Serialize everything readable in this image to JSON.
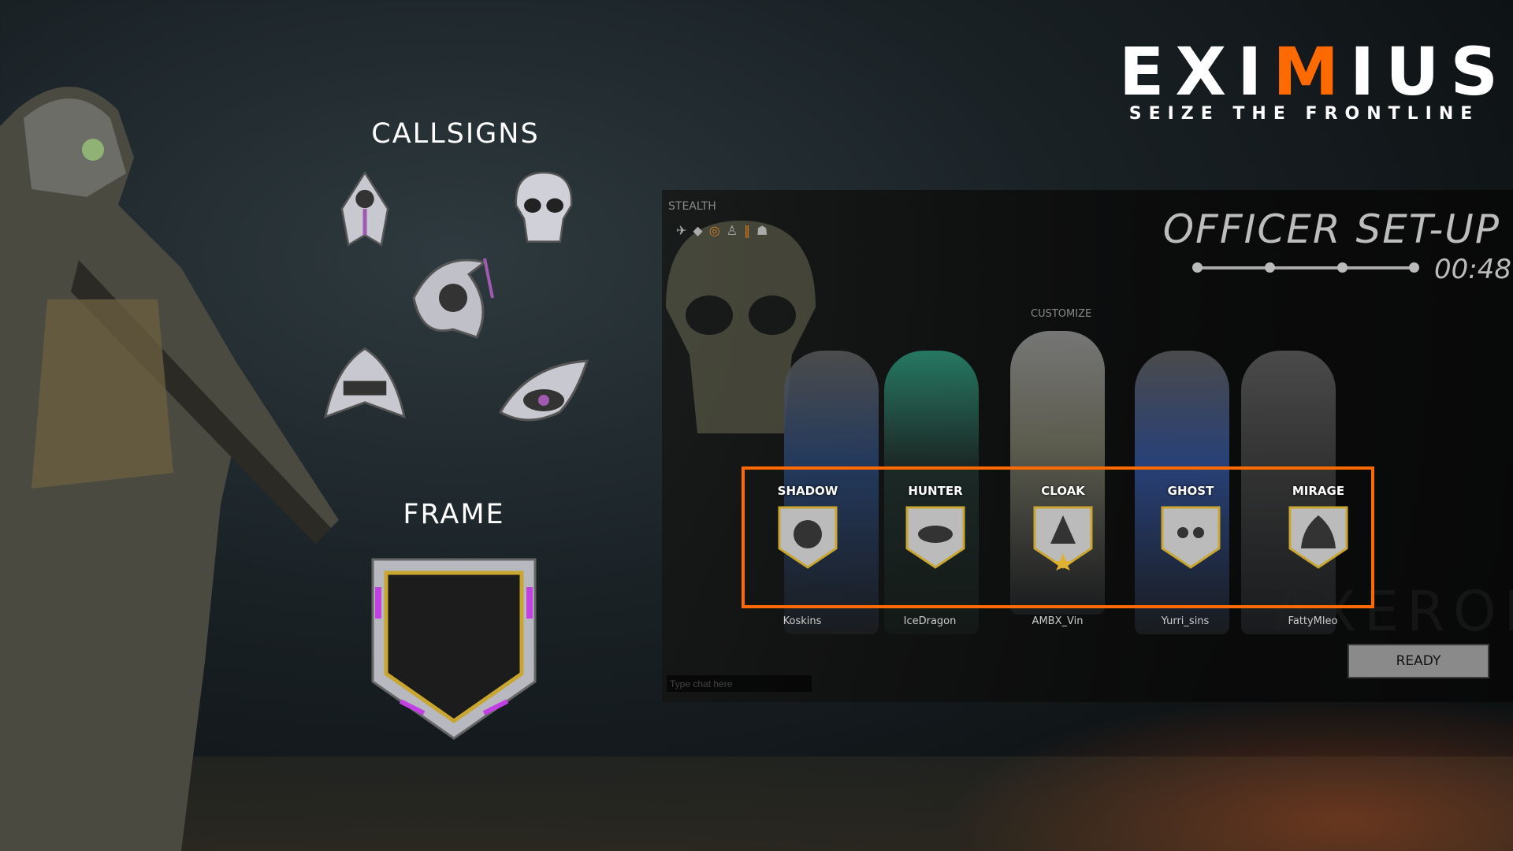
{
  "logo": {
    "title_pre": "EXI",
    "title_accent": "M",
    "title_post": "IUS",
    "tagline": "SEIZE THE FRONTLINE"
  },
  "callsigns": {
    "title": "CALLSIGNS",
    "items": [
      "reaper-hood",
      "skull",
      "grim-reaper",
      "cloak-hood",
      "eye"
    ]
  },
  "frame": {
    "title": "FRAME"
  },
  "lobby": {
    "category": "STEALTH",
    "title": "OFFICER SET-UP",
    "timer": "00:48",
    "customize_label": "CUSTOMIZE",
    "slots": [
      {
        "label": "SHADOW",
        "player": "Koskins",
        "icon": "reaper"
      },
      {
        "label": "HUNTER",
        "player": "IceDragon",
        "icon": "eye"
      },
      {
        "label": "CLOAK",
        "player": "AMBX_Vin",
        "icon": "hood-wings"
      },
      {
        "label": "GHOST",
        "player": "Yurri_sins",
        "icon": "skull"
      },
      {
        "label": "MIRAGE",
        "player": "FattyMleo",
        "icon": "cloak"
      }
    ],
    "ready_label": "READY",
    "chat_placeholder": "Type chat here",
    "accent": "#ff6a00"
  }
}
